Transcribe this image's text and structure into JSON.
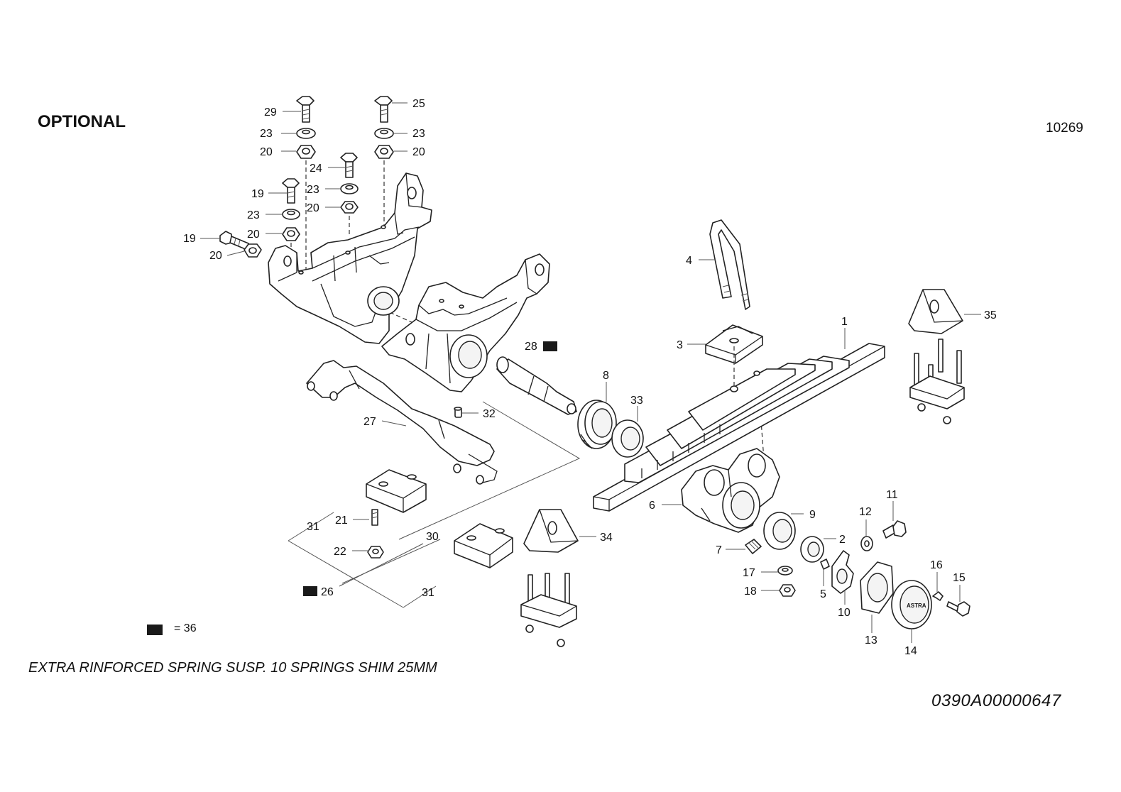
{
  "header": {
    "title": "OPTIONAL",
    "sheet_number": "10269"
  },
  "footer": {
    "caption": "EXTRA RINFORCED SPRING SUSP. 10 SPRINGS SHIM 25MM",
    "document_number": "0390A00000647"
  },
  "legend": {
    "text": "= 36"
  },
  "callouts": {
    "c1": "1",
    "c2": "2",
    "c3": "3",
    "c4": "4",
    "c5": "5",
    "c6": "6",
    "c7": "7",
    "c8": "8",
    "c9": "9",
    "c10": "10",
    "c11": "11",
    "c12": "12",
    "c13": "13",
    "c14": "14",
    "c15": "15",
    "c16": "16",
    "c17": "17",
    "c18": "18",
    "c19a": "19",
    "c19b": "19",
    "c20a": "20",
    "c20b": "20",
    "c20c": "20",
    "c20d": "20",
    "c20e": "20",
    "c21": "21",
    "c22": "22",
    "c23a": "23",
    "c23b": "23",
    "c23c": "23",
    "c23d": "23",
    "c24": "24",
    "c25": "25",
    "c26": "26",
    "c27": "27",
    "c28": "28",
    "c29": "29",
    "c30": "30",
    "c31a": "31",
    "c31b": "31",
    "c32": "32",
    "c33": "33",
    "c34": "34",
    "c35": "35"
  },
  "hub_cap_brand": "ASTRA"
}
